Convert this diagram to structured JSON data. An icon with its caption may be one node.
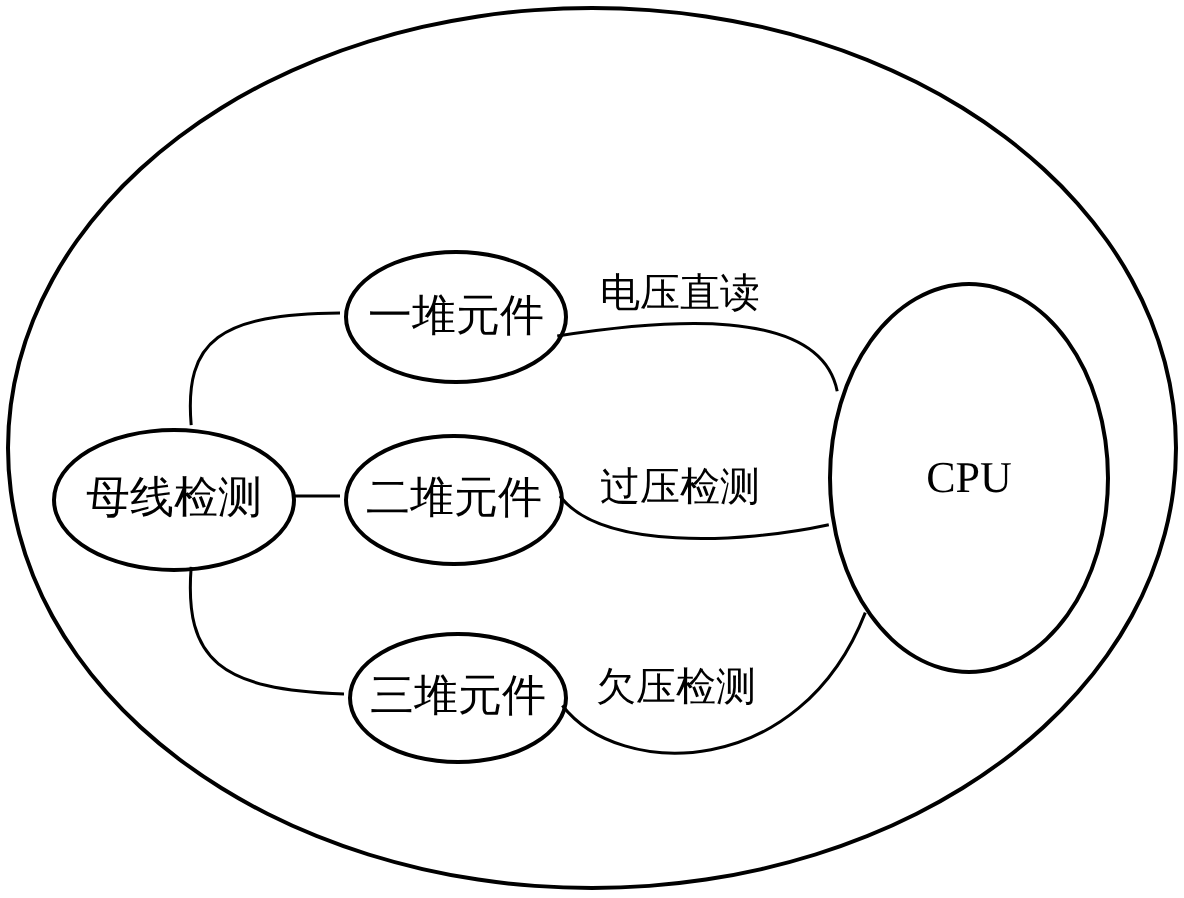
{
  "diagram": {
    "nodes": [
      {
        "text": [],
        "shape": "ellipse"
      },
      {
        "text": [
          "母线检测"
        ],
        "in": 0
      },
      {
        "text": [
          "一堆元件"
        ],
        "in": 0
      },
      {
        "text": [
          "二堆元件"
        ],
        "in": 0
      },
      {
        "text": [
          "三堆元件"
        ],
        "in": 0
      },
      {
        "text": [
          "CPU"
        ],
        "in": 0
      }
    ],
    "edges": [
      {
        "from": 1,
        "to": 2,
        "arrow": "none"
      },
      {
        "from": 1,
        "to": 3,
        "arrow": "none"
      },
      {
        "from": 1,
        "to": 4,
        "arrow": "none"
      },
      {
        "from": 2,
        "to": 5,
        "arrow": "none",
        "label": "电压直读"
      },
      {
        "from": 3,
        "to": 5,
        "arrow": "none",
        "label": "过压检测"
      },
      {
        "from": 4,
        "to": 5,
        "arrow": "none",
        "label": "欠压检测"
      }
    ]
  }
}
